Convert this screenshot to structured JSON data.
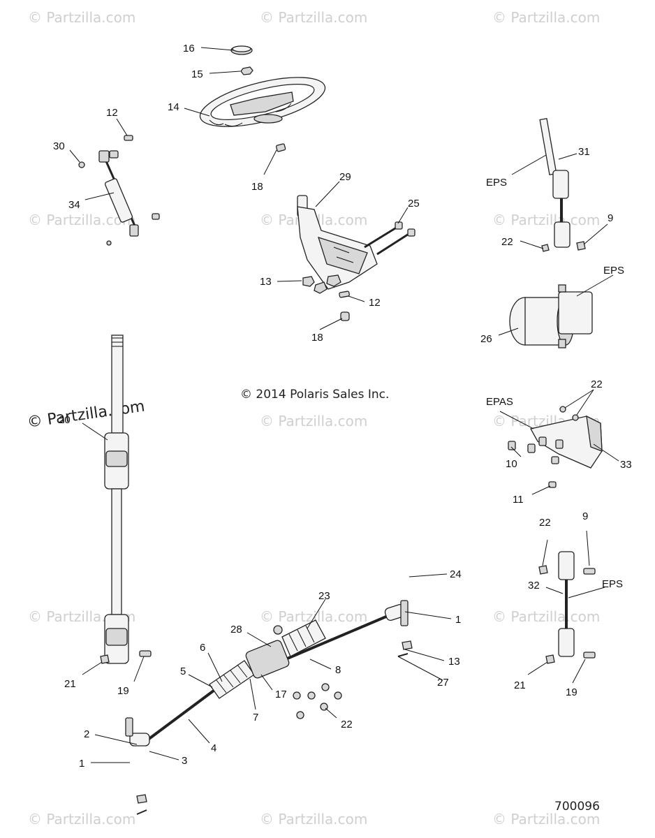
{
  "watermark": "© Partzilla.com",
  "watermark_dark": "© Partzilla.com",
  "copyright": "© 2014 Polaris Sales Inc.",
  "diagram_number": "700096",
  "callouts": {
    "c16": "16",
    "c15": "15",
    "c14": "14",
    "c12a": "12",
    "c30": "30",
    "c34": "34",
    "c18a": "18",
    "c29": "29",
    "c25": "25",
    "c13a": "13",
    "c12b": "12",
    "c18b": "18",
    "c31": "31",
    "eps1": "EPS",
    "c9a": "9",
    "c22a": "22",
    "eps2": "EPS",
    "c26": "26",
    "c20": "20",
    "c22b": "22",
    "epas": "EPAS",
    "c10": "10",
    "c33": "33",
    "c11": "11",
    "c22c": "22",
    "c9b": "9",
    "c32": "32",
    "eps3": "EPS",
    "c21a": "21",
    "c19a": "19",
    "c24": "24",
    "c23": "23",
    "c1a": "1",
    "c28": "28",
    "c6": "6",
    "c5": "5",
    "c13b": "13",
    "c8": "8",
    "c27": "27",
    "c17": "17",
    "c7": "7",
    "c22d": "22",
    "c4": "4",
    "c2": "2",
    "c1b": "1",
    "c3": "3",
    "c21b": "21",
    "c19b": "19"
  }
}
